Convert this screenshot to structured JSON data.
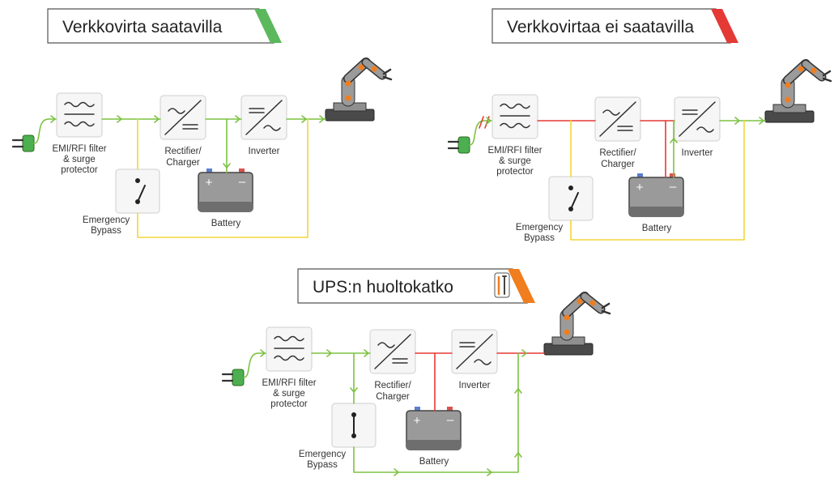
{
  "scenarios": [
    {
      "title": "Verkkovirta saatavilla",
      "accent_color": "#5cb85c",
      "labels": {
        "filter": [
          "EMI/RFI filter",
          "& surge",
          "protector"
        ],
        "rectifier": [
          "Rectifier/",
          "Charger"
        ],
        "inverter": "Inverter",
        "battery": "Battery",
        "bypass": [
          "Emergency",
          "Bypass"
        ]
      }
    },
    {
      "title": "Verkkovirtaa ei saatavilla",
      "accent_color": "#e53935",
      "labels": {
        "filter": [
          "EMI/RFI filter",
          "& surge",
          "protector"
        ],
        "rectifier": [
          "Rectifier/",
          "Charger"
        ],
        "inverter": "Inverter",
        "battery": "Battery",
        "bypass": [
          "Emergency",
          "Bypass"
        ]
      }
    },
    {
      "title": "UPS:n huoltokatko",
      "accent_color": "#f07d1e",
      "icon": "wrench-screwdriver-icon",
      "labels": {
        "filter": [
          "EMI/RFI filter",
          "& surge",
          "protector"
        ],
        "rectifier": [
          "Rectifier/",
          "Charger"
        ],
        "inverter": "Inverter",
        "battery": "Battery",
        "bypass": [
          "Emergency",
          "Bypass"
        ]
      }
    }
  ],
  "colors": {
    "active_line": "#7dc242",
    "inactive_line": "#e53935",
    "bypass_line": "#f2d53c",
    "battery_plus": "#5b7fcf",
    "battery_minus": "#d9534f",
    "robot_accent": "#f07d1e"
  },
  "icons": [
    "plug-icon",
    "robot-arm-icon",
    "battery-icon",
    "switch-icon"
  ]
}
